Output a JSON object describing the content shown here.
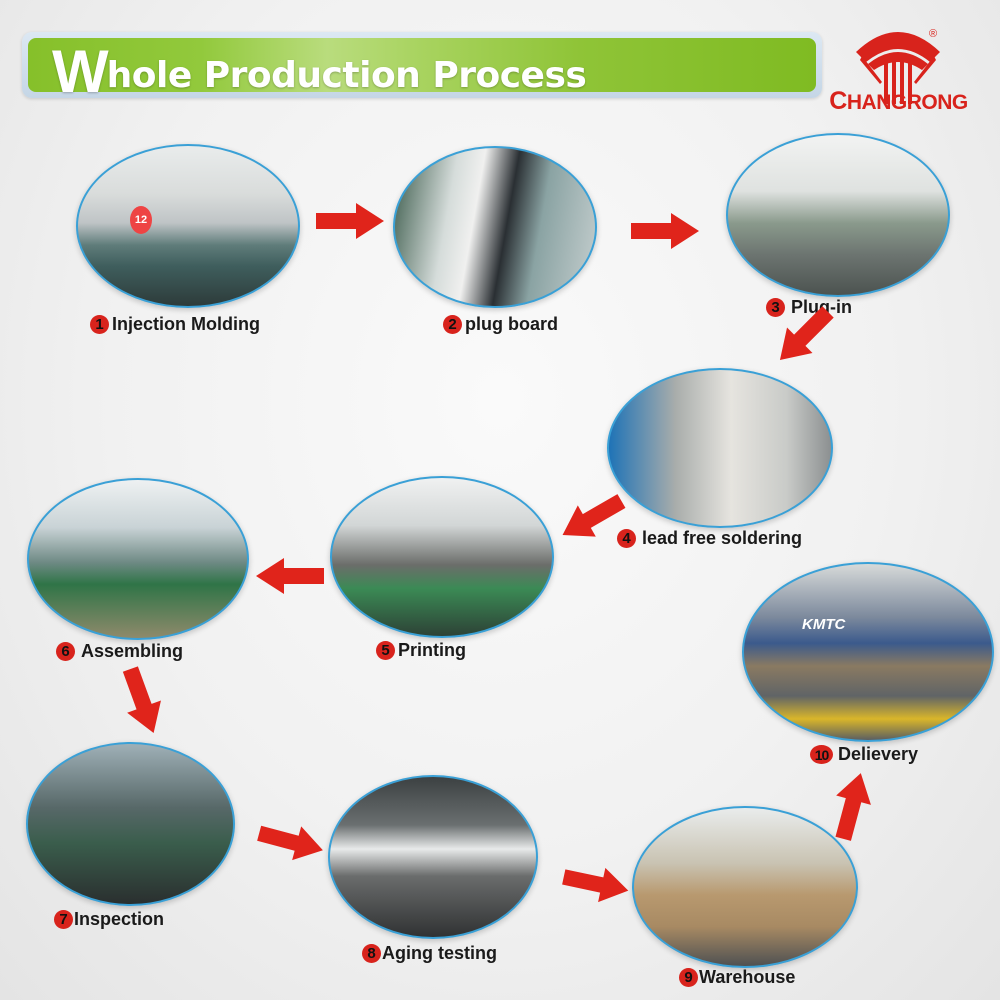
{
  "header": {
    "title_first_letter": "W",
    "title_rest": "hole Production Process",
    "logo_text_first": "C",
    "logo_text_rest": "HANGRONG",
    "logo_registered": "®",
    "colors": {
      "banner_green": "#86c02a",
      "brand_red": "#d8231c",
      "photo_border": "#3aa0d6"
    }
  },
  "steps": [
    {
      "number": "1",
      "label": "Injection Molding",
      "photo": "injection-molding-photo"
    },
    {
      "number": "2",
      "label": "plug board",
      "photo": "plug-board-photo"
    },
    {
      "number": "3",
      "label": "Plug-in",
      "photo": "plug-in-photo"
    },
    {
      "number": "4",
      "label": "lead free soldering",
      "photo": "lead-free-soldering-photo"
    },
    {
      "number": "5",
      "label": "Printing",
      "photo": "printing-photo"
    },
    {
      "number": "6",
      "label": "Assembling",
      "photo": "assembling-photo"
    },
    {
      "number": "7",
      "label": "Inspection",
      "photo": "inspection-photo"
    },
    {
      "number": "8",
      "label": "Aging testing",
      "photo": "aging-testing-photo"
    },
    {
      "number": "9",
      "label": "Warehouse",
      "photo": "warehouse-photo"
    },
    {
      "number": "10",
      "label": "Delievery",
      "photo": "delivery-photo"
    }
  ],
  "photo_text": {
    "machine_number": "12",
    "container_brand": "KMTC"
  }
}
